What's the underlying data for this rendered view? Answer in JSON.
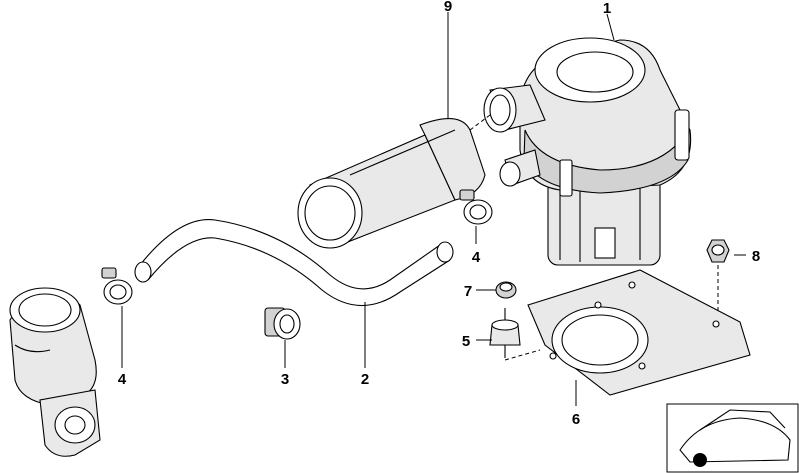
{
  "callouts": {
    "pump": "1",
    "hose": "2",
    "grommet": "3",
    "clamp_right": "4",
    "clamp_left": "4",
    "damper": "5",
    "bracket": "6",
    "nut_7": "7",
    "nut_8": "8",
    "connector_hose": "9"
  }
}
